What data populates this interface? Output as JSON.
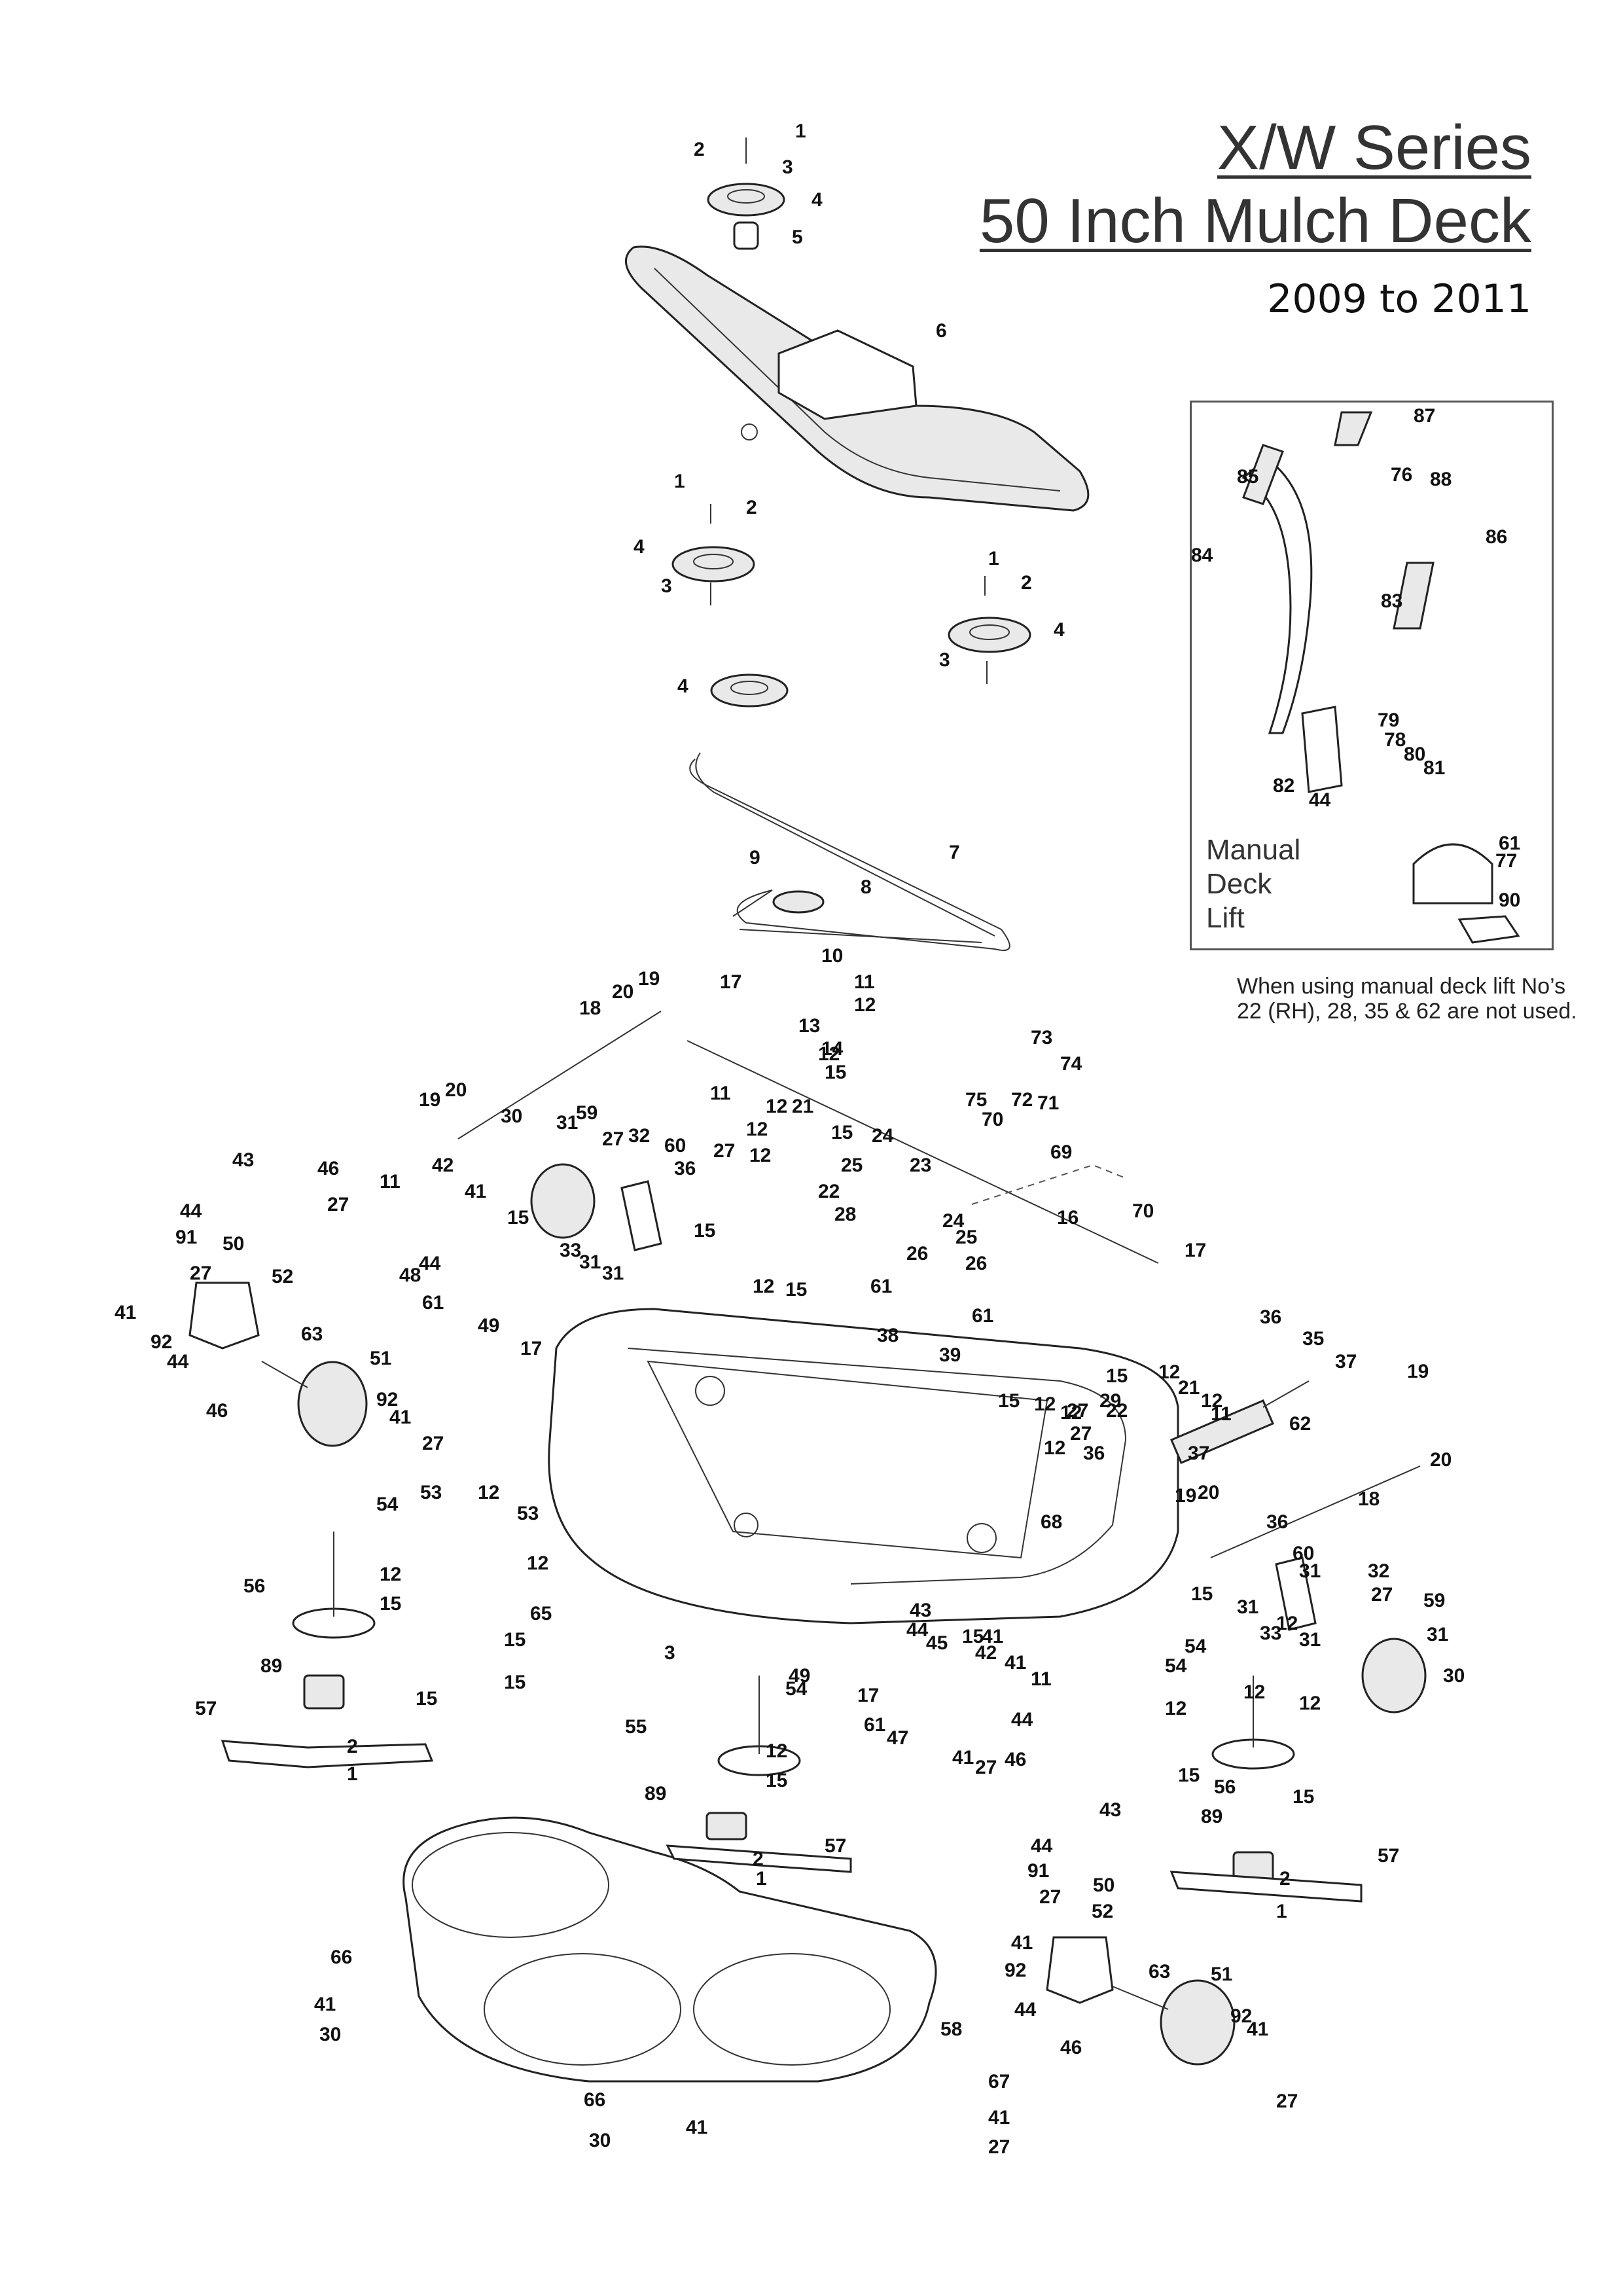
{
  "title": {
    "series": "X/W Series",
    "deck": "50 Inch Mulch Deck",
    "years": "2009 to 2011"
  },
  "inset": {
    "caption": [
      "Manual",
      "Deck",
      "Lift"
    ],
    "parts": [
      "87",
      "85",
      "76",
      "88",
      "84",
      "86",
      "83",
      "79",
      "78",
      "80",
      "81",
      "82",
      "44",
      "61",
      "77",
      "90"
    ]
  },
  "note": "When using manual deck lift No’s 22 (RH), 28, 35 & 62 are not used.",
  "callouts": {
    "top_pulley": [
      "1",
      "2",
      "3",
      "4",
      "5"
    ],
    "cover": [
      "6"
    ],
    "left_pulley": [
      "1",
      "2",
      "4",
      "3"
    ],
    "right_pulley": [
      "1",
      "2",
      "4",
      "3"
    ],
    "idler": [
      "4"
    ],
    "belt": [
      "7",
      "9",
      "8"
    ],
    "lift_linkage": [
      "10",
      "11",
      "12",
      "20",
      "19",
      "17",
      "18",
      "13",
      "14",
      "12",
      "15",
      "73",
      "74",
      "75",
      "72",
      "71",
      "70",
      "19",
      "20",
      "69",
      "70",
      "16",
      "17"
    ],
    "mid_linkage": [
      "11",
      "12",
      "21",
      "12",
      "15",
      "27",
      "12",
      "24",
      "23",
      "25",
      "22",
      "28",
      "24",
      "25",
      "26",
      "26",
      "12",
      "15",
      "61",
      "30",
      "31",
      "59",
      "27",
      "32",
      "60",
      "36",
      "15",
      "33",
      "31",
      "31"
    ],
    "left_wheel": [
      "43",
      "46",
      "11",
      "42",
      "41",
      "27",
      "15",
      "44",
      "91",
      "50",
      "27",
      "52",
      "41",
      "92",
      "44",
      "46",
      "48",
      "44",
      "61",
      "49",
      "17",
      "63",
      "51",
      "92",
      "41",
      "27"
    ],
    "deck": [
      "38",
      "39",
      "36",
      "35",
      "37",
      "62",
      "36",
      "37",
      "19",
      "20",
      "18",
      "68",
      "12",
      "27",
      "12",
      "29",
      "15",
      "12",
      "21",
      "12",
      "11",
      "61",
      "15",
      "12",
      "27",
      "22"
    ],
    "left_spindle": [
      "54",
      "56",
      "12",
      "15",
      "53",
      "12",
      "53",
      "12",
      "65",
      "15",
      "15",
      "89",
      "15",
      "57",
      "2",
      "1"
    ],
    "center_spindle": [
      "3",
      "43",
      "44",
      "45",
      "15",
      "41",
      "42",
      "41",
      "11",
      "49",
      "17",
      "54",
      "55",
      "12",
      "15",
      "61",
      "47",
      "41",
      "27",
      "46",
      "44",
      "89",
      "57",
      "2",
      "1"
    ],
    "right_spindle": [
      "19",
      "20",
      "36",
      "60",
      "31",
      "32",
      "27",
      "59",
      "15",
      "31",
      "33",
      "12",
      "31",
      "31",
      "30",
      "54",
      "54",
      "12",
      "12",
      "12",
      "15",
      "56",
      "15",
      "89",
      "57",
      "2",
      "1"
    ],
    "right_wheel": [
      "43",
      "44",
      "91",
      "50",
      "27",
      "52",
      "41",
      "92",
      "63",
      "51",
      "44",
      "46",
      "92",
      "41",
      "27"
    ],
    "mulch_plate": [
      "58",
      "66",
      "41",
      "30",
      "66",
      "41",
      "30",
      "67",
      "41",
      "27"
    ]
  }
}
